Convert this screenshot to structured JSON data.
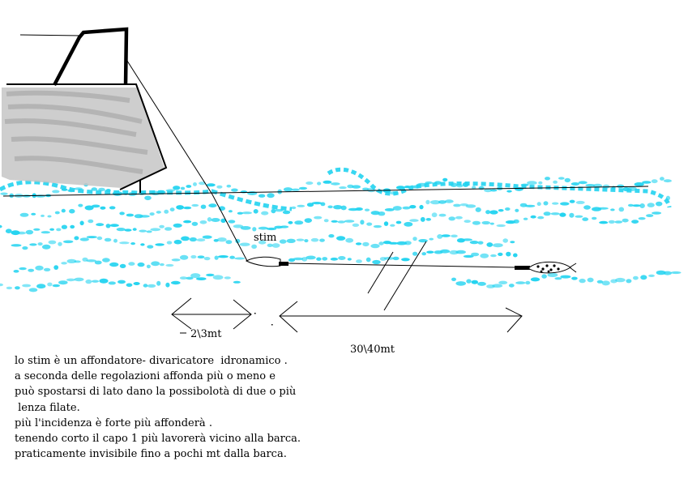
{
  "labels": {
    "stim": "stim",
    "short_distance": "2\\3mt",
    "long_distance": "30\\40mt"
  },
  "caption_lines": [
    "lo stim è un affondatore- divaricatore  idronamico .",
    "a seconda delle regolazioni affonda più o meno e",
    "può spostarsi di lato dano la possibolotà di due o più",
    " lenza filate.",
    "più l'incidenza è forte più affonderà .",
    "tenendo corto il capo 1 più lavorerà vicino alla barca.",
    "praticamente invisibile fino a pochi mt dalla barca."
  ],
  "colors": {
    "water": "#22d3f0",
    "hull": "#c4c4c4",
    "ink": "#000000"
  }
}
